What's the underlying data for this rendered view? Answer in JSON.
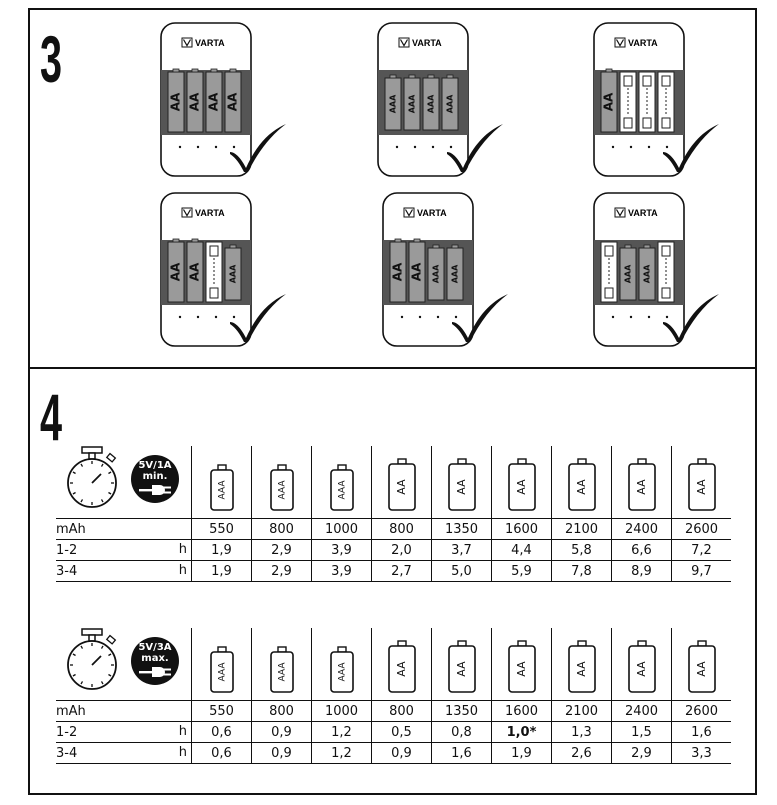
{
  "section3": {
    "step": "3",
    "brand": "VARTA",
    "chargers": [
      {
        "slots": [
          "AA",
          "AA",
          "AA",
          "AA"
        ]
      },
      {
        "slots": [
          "AAA",
          "AAA",
          "AAA",
          "AAA"
        ]
      },
      {
        "slots": [
          "AA",
          "empty",
          "empty",
          "empty"
        ]
      },
      {
        "slots": [
          "AA",
          "AA",
          "empty",
          "AAA"
        ]
      },
      {
        "slots": [
          "AA",
          "AA",
          "AAA",
          "AAA"
        ]
      },
      {
        "slots": [
          "empty",
          "AAA",
          "AAA",
          "empty"
        ]
      }
    ]
  },
  "section4": {
    "step": "4",
    "tables": [
      {
        "badge_l1": "5V/1A",
        "badge_l2": "min.",
        "batteries": [
          "AAA",
          "AAA",
          "AAA",
          "AA",
          "AA",
          "AA",
          "AA",
          "AA",
          "AA"
        ],
        "rows": [
          {
            "label": "mAh",
            "unit": "",
            "values": [
              "550",
              "800",
              "1000",
              "800",
              "1350",
              "1600",
              "2100",
              "2400",
              "2600"
            ]
          },
          {
            "label": "1-2",
            "unit": "h",
            "values": [
              "1,9",
              "2,9",
              "3,9",
              "2,0",
              "3,7",
              "4,4",
              "5,8",
              "6,6",
              "7,2"
            ]
          },
          {
            "label": "3-4",
            "unit": "h",
            "values": [
              "1,9",
              "2,9",
              "3,9",
              "2,7",
              "5,0",
              "5,9",
              "7,8",
              "8,9",
              "9,7"
            ]
          }
        ]
      },
      {
        "badge_l1": "5V/3A",
        "badge_l2": "max.",
        "batteries": [
          "AAA",
          "AAA",
          "AAA",
          "AA",
          "AA",
          "AA",
          "AA",
          "AA",
          "AA"
        ],
        "rows": [
          {
            "label": "mAh",
            "unit": "",
            "values": [
              "550",
              "800",
              "1000",
              "800",
              "1350",
              "1600",
              "2100",
              "2400",
              "2600"
            ]
          },
          {
            "label": "1-2",
            "unit": "h",
            "values": [
              "0,6",
              "0,9",
              "1,2",
              "0,5",
              "0,8",
              "1,0*",
              "1,3",
              "1,5",
              "1,6"
            ]
          },
          {
            "label": "3-4",
            "unit": "h",
            "values": [
              "0,6",
              "0,9",
              "1,2",
              "0,9",
              "1,6",
              "1,9",
              "2,6",
              "2,9",
              "3,3"
            ]
          }
        ]
      }
    ]
  }
}
